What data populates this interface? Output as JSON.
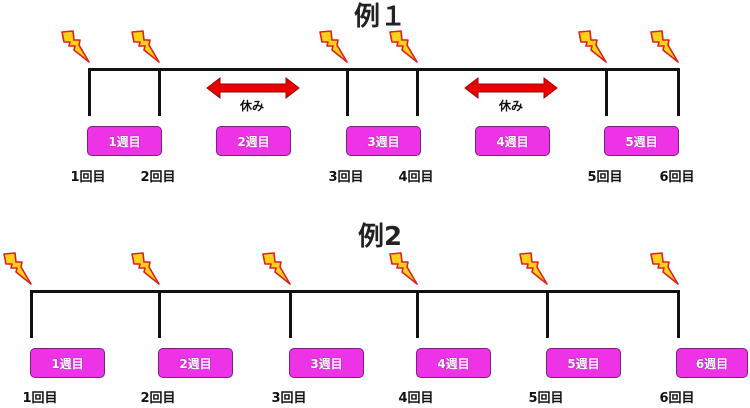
{
  "example1": {
    "title": "例１",
    "weeks": [
      "1週目",
      "2週目",
      "3週目",
      "4週目",
      "5週目"
    ],
    "counts": [
      "1回目",
      "2回目",
      "3回目",
      "4回目",
      "5回目",
      "6回目"
    ],
    "rests": [
      "休み",
      "休み"
    ]
  },
  "example2": {
    "title": "例2",
    "weeks": [
      "1週目",
      "2週目",
      "3週目",
      "4週目",
      "5週目",
      "6週目"
    ],
    "counts": [
      "1回目",
      "2回目",
      "3回目",
      "4回目",
      "5回目",
      "6回目"
    ]
  },
  "colors": {
    "week_box": "#ee33e6",
    "week_border": "#7a1f86",
    "rest_arrow": "#e60000",
    "bolt_fill": "#ffd21a",
    "bolt_stroke": "#e02020",
    "line": "#111111"
  },
  "icons": {
    "bolt": "lightning-bolt-icon",
    "arrow": "double-headed-arrow-icon"
  }
}
